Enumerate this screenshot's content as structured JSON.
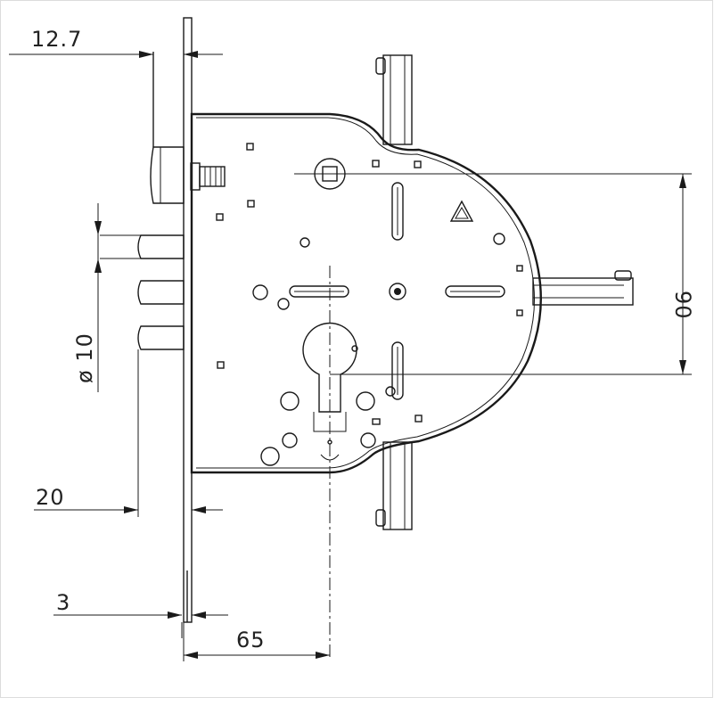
{
  "dimensions": {
    "faceplate_thickness": "12.7",
    "bolt_diameter": "ø 10",
    "vertical_spacing": "90",
    "bolt_projection": "20",
    "plate_thickness": "3",
    "backset": "65"
  },
  "colors": {
    "line": "#1a1a1a",
    "background": "#ffffff"
  }
}
